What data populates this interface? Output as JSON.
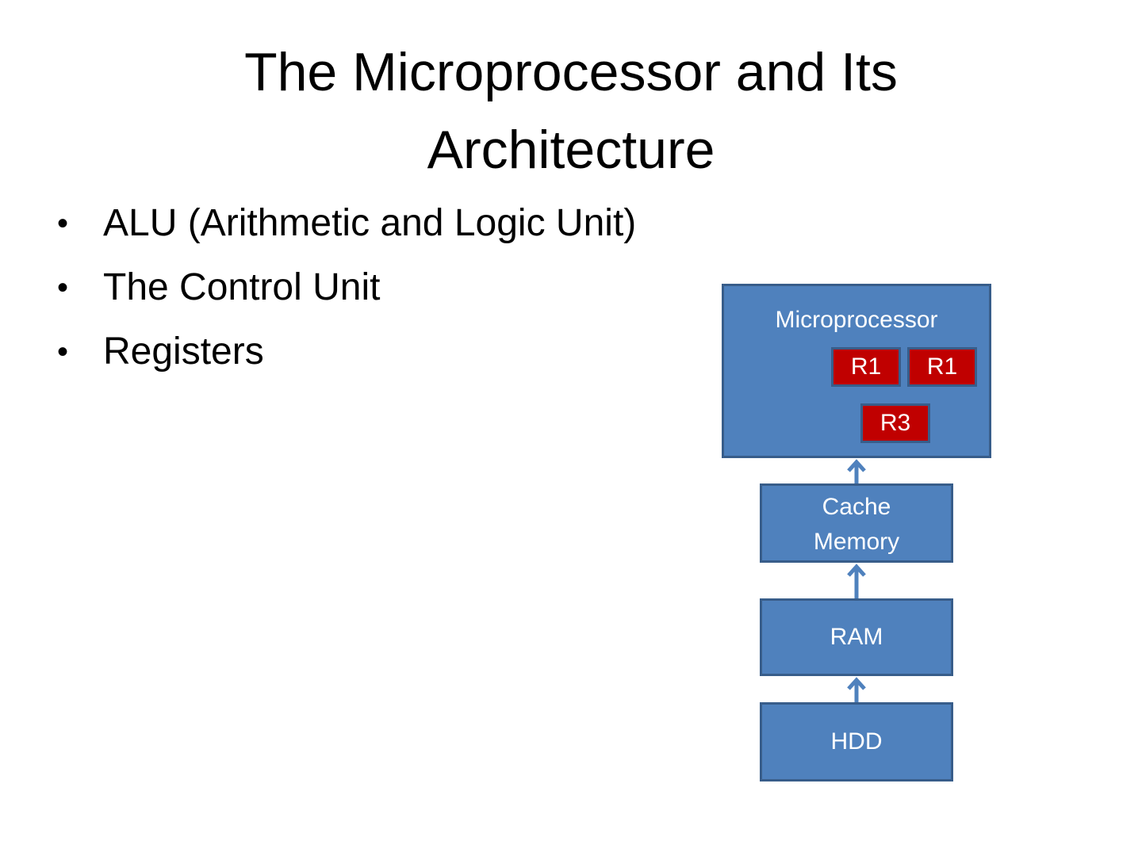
{
  "slide": {
    "title_line1": "The Microprocessor and Its",
    "title_line2": "Architecture"
  },
  "bullets": [
    {
      "label": "ALU (Arithmetic and Logic Unit)"
    },
    {
      "label": "The Control Unit"
    },
    {
      "label": "Registers"
    }
  ],
  "diagram": {
    "microprocessor": {
      "label": "Microprocessor",
      "registers": [
        "R1",
        "R1",
        "R3"
      ]
    },
    "cache": {
      "line1": "Cache",
      "line2": "Memory"
    },
    "ram": {
      "label": "RAM"
    },
    "hdd": {
      "label": "HDD"
    },
    "colors": {
      "box_fill": "#4f81bd",
      "box_border": "#385d8a",
      "register_fill": "#c00000",
      "text": "#ffffff"
    }
  }
}
